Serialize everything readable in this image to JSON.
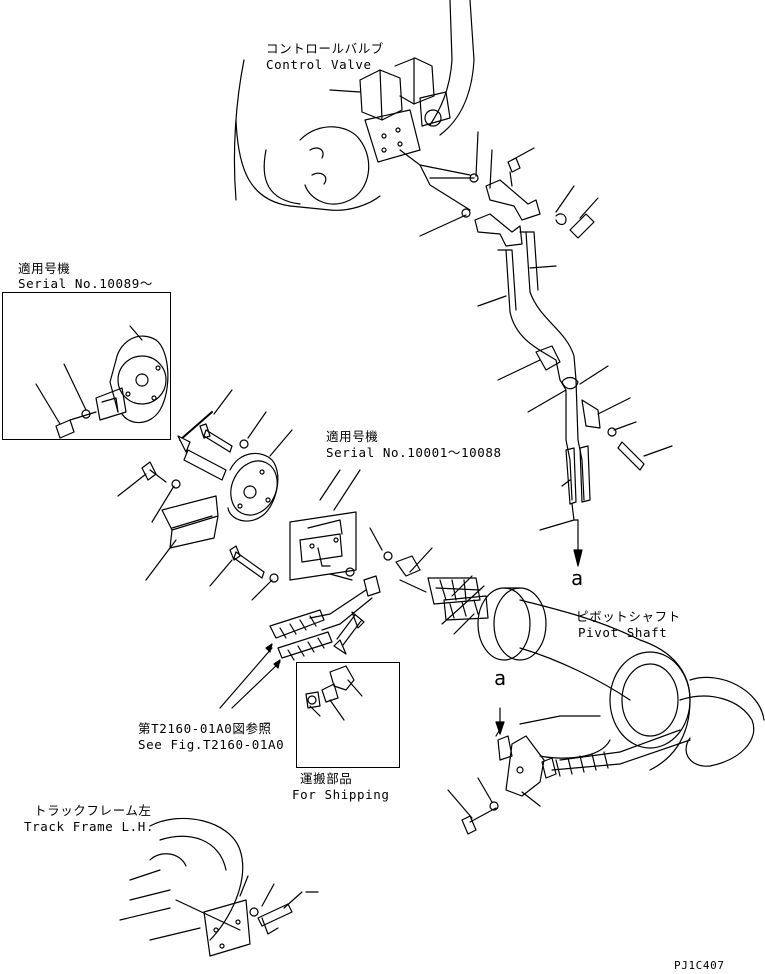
{
  "labels": {
    "control_valve_jp": "コントロールバルブ",
    "control_valve_en": "Control Valve",
    "serial_new_jp": "適用号機",
    "serial_new_en": "Serial No.10089～",
    "serial_old_jp": "適用号機",
    "serial_old_en": "Serial No.10001～10088",
    "pivot_shaft_jp": "ピボットシャフト",
    "pivot_shaft_en": "Pivot Shaft",
    "arrow_a_top": "a",
    "arrow_a_bottom": "a",
    "see_fig_jp": "第T2160-01A0図参照",
    "see_fig_en": "See Fig.T2160-01A0",
    "shipping_jp": "運搬部品",
    "shipping_en": "For Shipping",
    "track_frame_jp": "トラックフレーム左",
    "track_frame_en": "Track Frame L.H.",
    "drawing_id": "PJ1C407"
  }
}
